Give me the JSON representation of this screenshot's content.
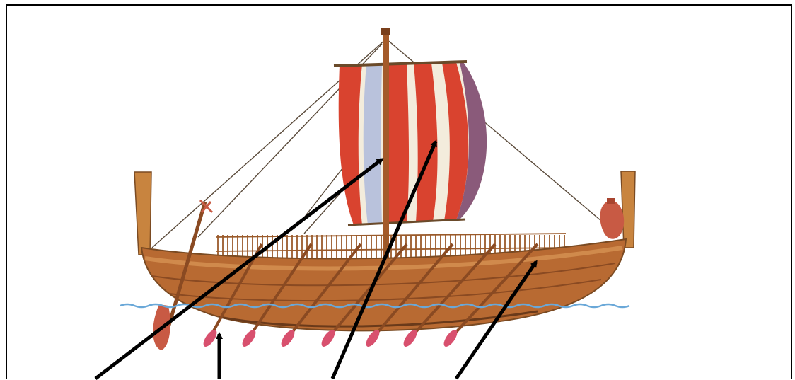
{
  "figure": {
    "subject": "ancient-sailing-ship-with-oars",
    "labels": [],
    "colors": {
      "frame": "#000000",
      "hull": "#b86a32",
      "hull_dark": "#8a4a22",
      "hull_light": "#d08a4c",
      "sail_red": "#d9432f",
      "sail_white": "#f3ecdc",
      "sail_blue": "#b9c2dc",
      "sail_purple": "#8a5a7a",
      "oar_blade": "#d8506e",
      "water": "#6aa8d8",
      "rigging": "#5a4a3a",
      "arrow": "#000000"
    },
    "pointer_arrows": [
      "sail-mast-arrow",
      "sail-stripe-arrow",
      "oar-arrow",
      "railing-arrow"
    ]
  }
}
